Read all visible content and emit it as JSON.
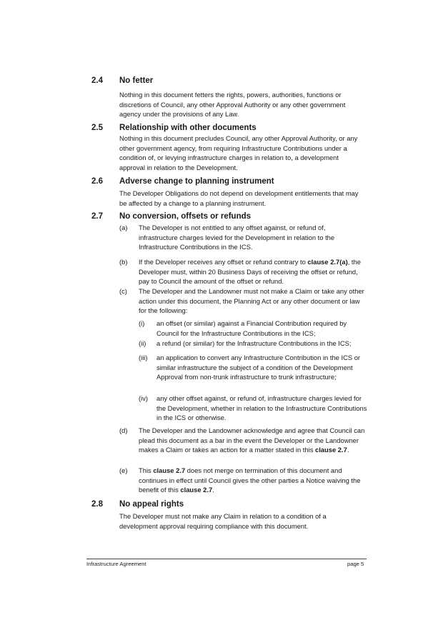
{
  "sections": {
    "s24": {
      "number": "2.4",
      "heading": "No fetter",
      "body": "Nothing in this document fetters the rights, powers, authorities, functions or discretions of Council, any other Approval Authority or any other government agency under the provisions of any Law."
    },
    "s25": {
      "number": "2.5",
      "heading": "Relationship with other documents",
      "body": "Nothing in this document precludes Council, any other Approval Authority, or any other government agency, from requiring Infrastructure Contributions under a condition of, or levying infrastructure charges in relation to, a development approval in relation to the Development."
    },
    "s26": {
      "number": "2.6",
      "heading": "Adverse change to planning instrument",
      "body": "The Developer Obligations do not depend on development entitlements that may be affected by a change to a planning instrument."
    },
    "s27": {
      "number": "2.7",
      "heading": "No conversion, offsets or refunds",
      "a": {
        "label": "(a)",
        "text": "The Developer is not entitled to any offset against, or refund of, infrastructure charges levied for the Development in relation to the Infrastructure Contributions in the ICS."
      },
      "b": {
        "label": "(b)",
        "pre": "If the Developer receives any offset or refund contrary to ",
        "ref": "clause 2.7(a)",
        "post": ", the Developer must, within 20 Business Days of receiving the offset or refund, pay to Council the amount of the offset or refund."
      },
      "c": {
        "label": "(c)",
        "text": "The Developer and the Landowner must not make a Claim or take any other action under this document, the Planning Act or any other document or law for the following:"
      },
      "ci": {
        "label": "(i)",
        "text": "an offset (or similar) against a Financial Contribution required by Council for the Infrastructure Contributions in the ICS;"
      },
      "cii": {
        "label": "(ii)",
        "text": "a refund (or similar) for the Infrastructure Contributions in the ICS;"
      },
      "ciii": {
        "label": "(iii)",
        "text": "an application to convert any Infrastructure Contribution in the ICS or similar infrastructure the subject of a condition of the Development Approval from non-trunk infrastructure to trunk infrastructure;"
      },
      "civ": {
        "label": "(iv)",
        "text": "any other offset against, or refund of, infrastructure charges levied for the Development, whether in relation to the Infrastructure Contributions in the ICS or otherwise."
      },
      "d": {
        "label": "(d)",
        "pre": "The Developer and the Landowner acknowledge and agree that Council can plead this document as a bar in the event the Developer or the Landowner makes a Claim or takes an action for a matter stated in this ",
        "ref": "clause 2.7",
        "post": "."
      },
      "e": {
        "label": "(e)",
        "pre": "This ",
        "ref": "clause 2.7",
        "mid": " does not merge on termination of this document and continues in effect until Council gives the other parties a Notice waiving the benefit of this ",
        "ref2": "clause 2.7",
        "post": "."
      }
    },
    "s28": {
      "number": "2.8",
      "heading": "No appeal rights",
      "body": "The Developer must not make any Claim in relation to a condition of a development approval requiring compliance with this document."
    }
  },
  "footer": {
    "left": "Infrastructure Agreement",
    "right": "page 5"
  }
}
